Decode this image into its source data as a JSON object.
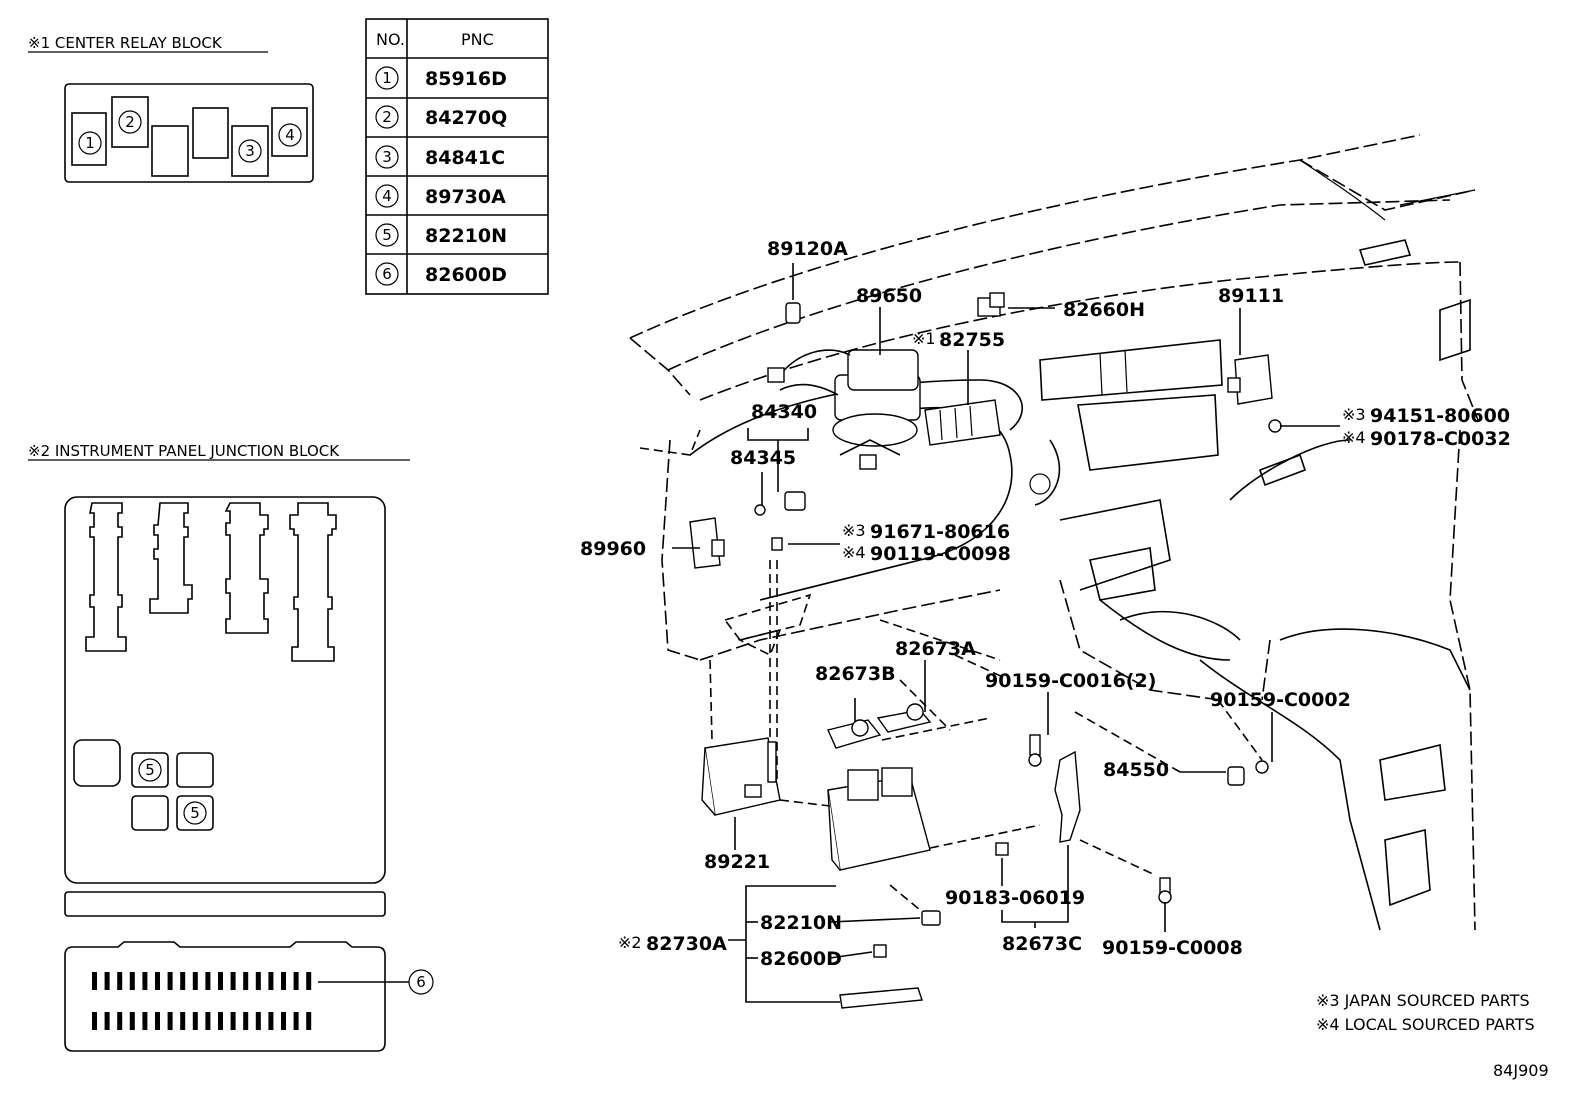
{
  "figure_code": "84J909",
  "relay_block": {
    "title": "※1 CENTER RELAY BLOCK",
    "slots": [
      "1",
      "2",
      "3",
      "4"
    ]
  },
  "junction_block": {
    "title": "※2 INSTRUMENT PANEL JUNCTION BLOCK",
    "fuse_labels": [
      "5",
      "5"
    ],
    "connector_label": "6"
  },
  "pnc_table": {
    "headers": [
      "NO.",
      "PNC"
    ],
    "rows": [
      {
        "no": "1",
        "pnc": "85916D"
      },
      {
        "no": "2",
        "pnc": "84270Q"
      },
      {
        "no": "3",
        "pnc": "84841C"
      },
      {
        "no": "4",
        "pnc": "89730A"
      },
      {
        "no": "5",
        "pnc": "82210N"
      },
      {
        "no": "6",
        "pnc": "82600D"
      }
    ]
  },
  "parts": {
    "p89120A": "89120A",
    "p89650": "89650",
    "p82660H": "82660H",
    "p82755_mark": "※1",
    "p82755": "82755",
    "p89111": "89111",
    "p84340": "84340",
    "p84345": "84345",
    "p94151_mark": "※3",
    "p94151": "94151-80600",
    "p90178_mark": "※4",
    "p90178": "90178-C0032",
    "p89960": "89960",
    "p91671_mark": "※3",
    "p91671": "91671-80616",
    "p90119_mark": "※4",
    "p90119": "90119-C0098",
    "p82673A": "82673A",
    "p82673B": "82673B",
    "p90159_C0016": "90159-C0016(2)",
    "p90159_C0002": "90159-C0002",
    "p84550": "84550",
    "p89221": "89221",
    "p82210N": "82210N",
    "p82730A_mark": "※2",
    "p82730A": "82730A",
    "p82600D": "82600D",
    "p90183": "90183-06019",
    "p82673C": "82673C",
    "p90159_C0008": "90159-C0008"
  },
  "legend": {
    "japan": "※3 JAPAN SOURCED PARTS",
    "local": "※4 LOCAL SOURCED PARTS"
  }
}
